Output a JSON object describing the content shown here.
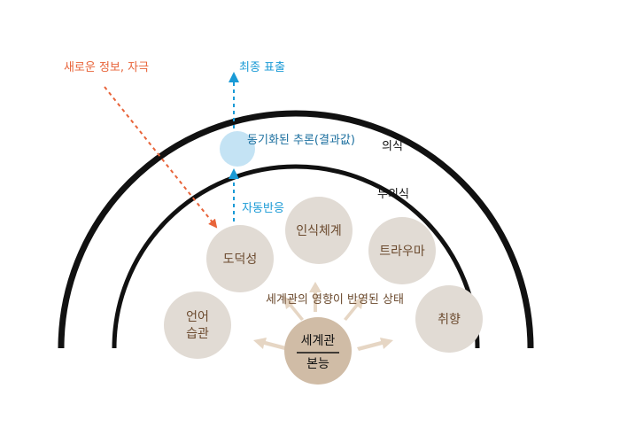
{
  "labels": {
    "new_info": "새로운 정보, 자극",
    "final_expression": "최종 표출",
    "auto_reasoning": "동기화된 추론(결과값)",
    "conscious": "의식",
    "unconscious": "무의식",
    "auto_reaction": "자동반응",
    "worldview_state": "세계관의 영향이 반영된 상태"
  },
  "nodes": {
    "morality": "도덕성",
    "cognition_system": "인식체계",
    "trauma": "트라우마",
    "language_habit_line1": "언어",
    "language_habit_line2": "습관",
    "taste": "취향"
  },
  "core": {
    "top": "세계관",
    "bottom": "본능"
  },
  "colors": {
    "accent_orange": "#e8643a",
    "accent_blue": "#1a9ad6",
    "result_bubble": "#c4e3f4",
    "node_fill": "#e1dbd4",
    "core_fill": "#d0bca6",
    "node_text": "#6b4a2e",
    "arrow_fill": "#e6d6c4",
    "arc_stroke": "#111111"
  }
}
